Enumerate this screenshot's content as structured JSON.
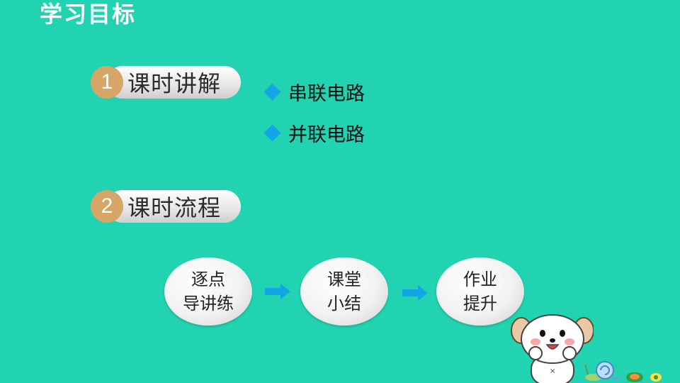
{
  "header": {
    "title": "学习目标"
  },
  "sections": [
    {
      "number": "1",
      "label": "课时讲解"
    },
    {
      "number": "2",
      "label": "课时流程"
    }
  ],
  "topics": [
    "串联电路",
    "并联电路"
  ],
  "flow": [
    {
      "line1": "逐点",
      "line2": "导讲练"
    },
    {
      "line1": "课堂",
      "line2": "小结"
    },
    {
      "line1": "作业",
      "line2": "提升"
    }
  ],
  "colors": {
    "background": "#22d3b1",
    "number_badge": "#d6a666",
    "diamond": "#13a6e6",
    "arrow": "#13a6e6"
  },
  "icons": [
    "diamond-bullet-icon",
    "right-arrow-icon",
    "dog-mascot-icon",
    "snail-icon"
  ]
}
